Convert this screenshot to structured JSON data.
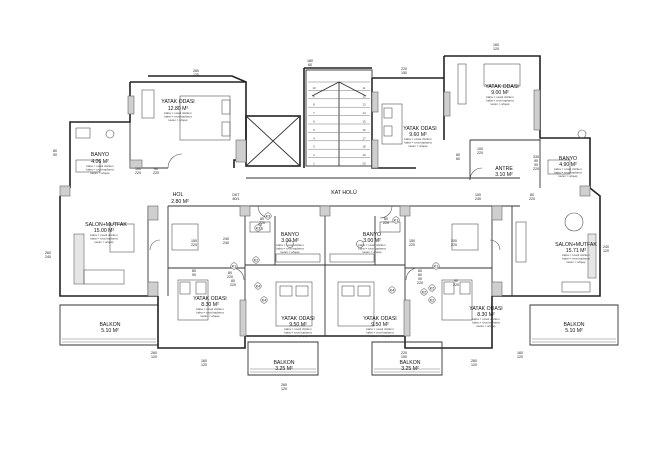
{
  "plan": {
    "rooms": [
      {
        "id": "yo-tl",
        "name": "YATAK ODASI",
        "area": "12.80 M²"
      },
      {
        "id": "banyo-l",
        "name": "BANYO",
        "area": "4.06 M²"
      },
      {
        "id": "hol",
        "name": "HOL",
        "area": "2.80 M²"
      },
      {
        "id": "salon-l",
        "name": "SALON+MUTFAK",
        "area": "15.00 M²"
      },
      {
        "id": "balkon-l",
        "name": "BALKON",
        "area": "5.10 M²"
      },
      {
        "id": "yo-ml",
        "name": "YATAK ODASI",
        "area": "8.30 M²"
      },
      {
        "id": "banyo-ml",
        "name": "BANYO",
        "area": "3.00 M²"
      },
      {
        "id": "yo-bml",
        "name": "YATAK ODASI",
        "area": "9.50 M²"
      },
      {
        "id": "balkon-bml",
        "name": "BALKON",
        "area": "3.25 M²"
      },
      {
        "id": "kat-holu",
        "name": "KAT HOLÜ",
        "area": ""
      },
      {
        "id": "yo-tc",
        "name": "YATAK ODASI",
        "area": "9.60 M²"
      },
      {
        "id": "yo-tr",
        "name": "YATAK ODASI",
        "area": "9.00 M²"
      },
      {
        "id": "antre",
        "name": "ANTRE",
        "area": "3.10 M²"
      },
      {
        "id": "banyo-r",
        "name": "BANYO",
        "area": "4.90 M²"
      },
      {
        "id": "banyo-mr",
        "name": "BANYO",
        "area": "3.00 M²"
      },
      {
        "id": "yo-bmr",
        "name": "YATAK ODASI",
        "area": "9.50 M²"
      },
      {
        "id": "balkon-bmr",
        "name": "BALKON",
        "area": "3.25 M²"
      },
      {
        "id": "yo-mr",
        "name": "YATAK ODASI",
        "area": "8.30 M²"
      },
      {
        "id": "salon-r",
        "name": "SALON+MUTFAK",
        "area": "15.71 M²"
      },
      {
        "id": "balkon-r",
        "name": "BALKON",
        "area": "5.10 M²"
      }
    ],
    "door_tags": [
      "K3",
      "K4",
      "K1",
      "K2",
      "K3",
      "K4",
      "K1",
      "K2",
      "K1",
      "K2",
      "K2",
      "K4"
    ],
    "dims": {
      "d1": "80\n90",
      "d2": "100\n220",
      "d3": "90\n220",
      "d4": "DKT\n80/1",
      "d5": "80\n220",
      "d6": "80\n220",
      "d7": "80\n220",
      "d8": "260\n240",
      "d9": "150\n220",
      "d10": "80\n220",
      "d11": "80\n220",
      "d12": "100\n240",
      "d13": "200\n220",
      "d14": "90\n220",
      "d15": "240\n120",
      "d16": "80\n220",
      "d17": "100\n220",
      "d18": "60\n60",
      "d19": "90\n220",
      "d20": "330\n90",
      "d21": "240\n240",
      "d22": "80\n90",
      "d23": "60\n60",
      "d24": "150\n220",
      "d25": "90\n220"
    },
    "win_labels": [
      "260\n120",
      "180\n60",
      "220\n150",
      "160\n120",
      "260\n120",
      "160\n120",
      "260\n120",
      "220\n150",
      "260\n120",
      "160\n120"
    ],
    "stair_numbers": [
      "1",
      "2",
      "3",
      "4",
      "5",
      "6",
      "7",
      "8",
      "9",
      "10",
      "11",
      "12",
      "13",
      "14",
      "15",
      "16",
      "17",
      "18",
      "19",
      "20"
    ],
    "note_lines": [
      "kaba = sıvalı düzlem",
      "kaba = sıva kaplama",
      "tavan = ahşap"
    ]
  }
}
